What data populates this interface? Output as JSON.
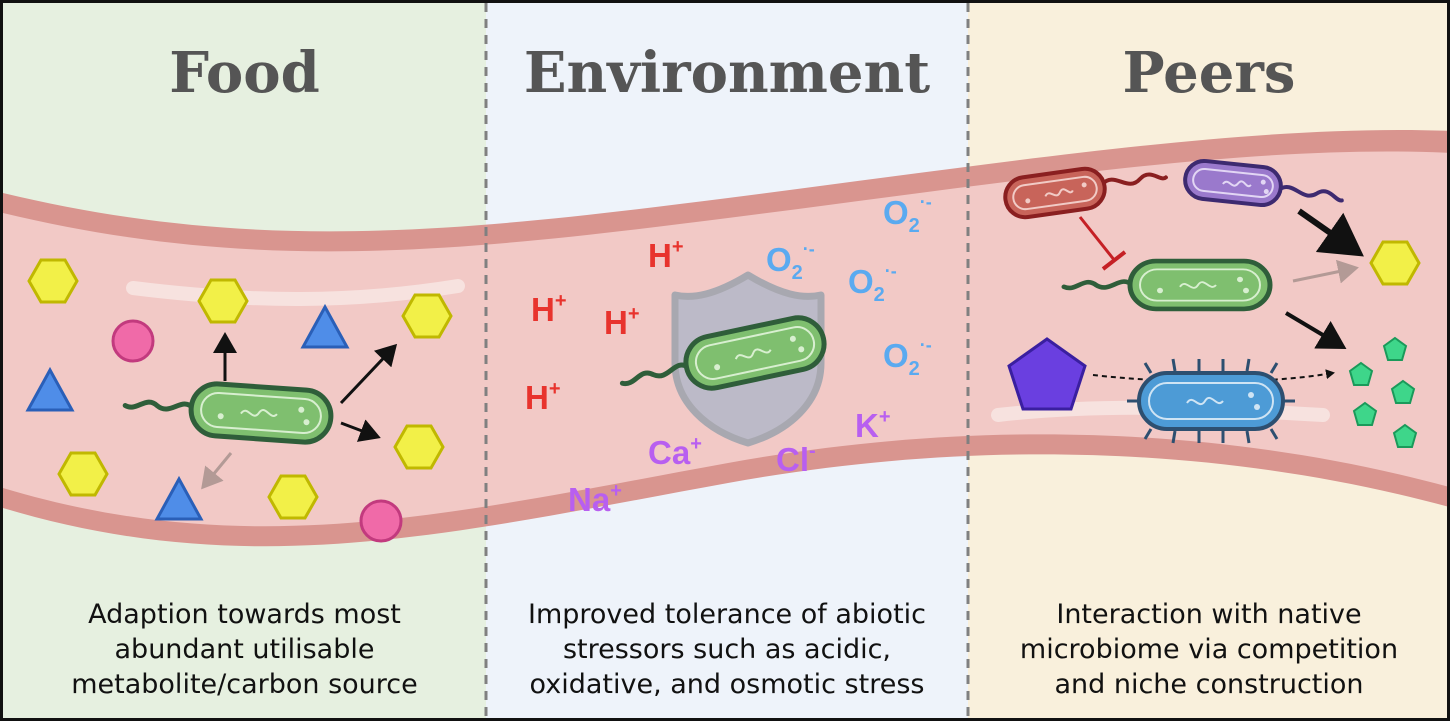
{
  "panels": [
    {
      "title": "Food",
      "caption_lines": [
        "Adaption towards most",
        "abundant utilisable",
        "metabolite/carbon source"
      ]
    },
    {
      "title": "Environment",
      "caption_lines": [
        "Improved tolerance of abiotic",
        "stressors such as acidic,",
        "oxidative, and osmotic stress"
      ]
    },
    {
      "title": "Peers",
      "caption_lines": [
        "Interaction with native",
        "microbiome via competition",
        "and niche construction"
      ]
    }
  ],
  "ions": {
    "proton": {
      "base": "H",
      "charge": "+"
    },
    "superoxide": {
      "base": "O",
      "sub": "2",
      "charge": "·-"
    },
    "calcium": {
      "base": "Ca",
      "charge": "+"
    },
    "chloride": {
      "base": "Cl",
      "charge": "-"
    },
    "sodium": {
      "base": "Na",
      "charge": "+"
    },
    "potassium": {
      "base": "K",
      "charge": "+"
    }
  },
  "colors": {
    "food_bg": "#e6f0e0",
    "environment_bg": "#eef3fa",
    "peers_bg": "#f9f0dc",
    "gut_wall": "#d9958f",
    "gut_lumen": "#f2c9c6",
    "acid_red": "#e8332d",
    "oxygen_blue": "#5aaaf0",
    "salt_purple": "#b85ff0",
    "bacterium_green": "#7fbf6f"
  }
}
